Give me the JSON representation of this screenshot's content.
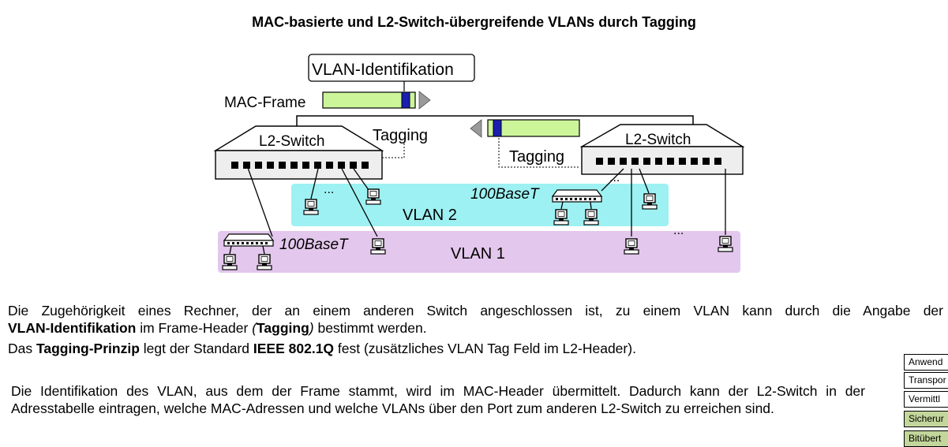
{
  "title": "MAC-basierte und L2-Switch-übergreifende VLANs durch Tagging",
  "diagram": {
    "vlan_id_box": "VLAN-Identifikation",
    "mac_frame": "MAC-Frame",
    "switch_left": "L2-Switch",
    "switch_right": "L2-Switch",
    "tagging_left": "Tagging",
    "tagging_right": "Tagging",
    "vlan1": "VLAN 1",
    "vlan2": "VLAN 2",
    "hub_label_top": "100BaseT",
    "hub_label_bottom": "100BaseT",
    "ellipsis": "...",
    "colors": {
      "vlan1_bg": "#e3c7ec",
      "vlan2_bg": "#9ef1f2",
      "frame_fill": "#ccf59a",
      "tag_blue": "#1a1fb0"
    }
  },
  "text": {
    "p1_line1": "Die Zugehörigkeit eines Rechner, der an einem anderen Switch angeschlossen ist, zu einem VLAN kann durch die Angabe der",
    "p1_bold": "VLAN-Identifikation",
    "p1_mid": " im Frame-Header ",
    "p1_paren_open": "(",
    "p1_tagging": "Tagging",
    "p1_paren_close": ")",
    "p1_end": " bestimmt werden.",
    "p2_start": "Das ",
    "p2_bold1": "Tagging-Prinzip",
    "p2_mid": " legt der Standard ",
    "p2_bold2": "IEEE 802.1Q",
    "p2_end": " fest (zusätzliches VLAN Tag Feld im L2-Header).",
    "p3": "Die Identifikation des VLAN, aus dem der Frame stammt, wird im MAC-Header übermittelt. Dadurch kann der L2-Switch in der Adresstabelle eintragen, welche MAC-Adressen und welche VLANs über den Port zum anderen L2-Switch zu erreichen sind."
  },
  "layer_stack": [
    "Anwend",
    "Transpor",
    "Vermittl",
    "Sicherur",
    "Bitübert"
  ],
  "layer_colors": {
    "sicherung": "#c3d69b",
    "bit": "#c3d69b"
  }
}
